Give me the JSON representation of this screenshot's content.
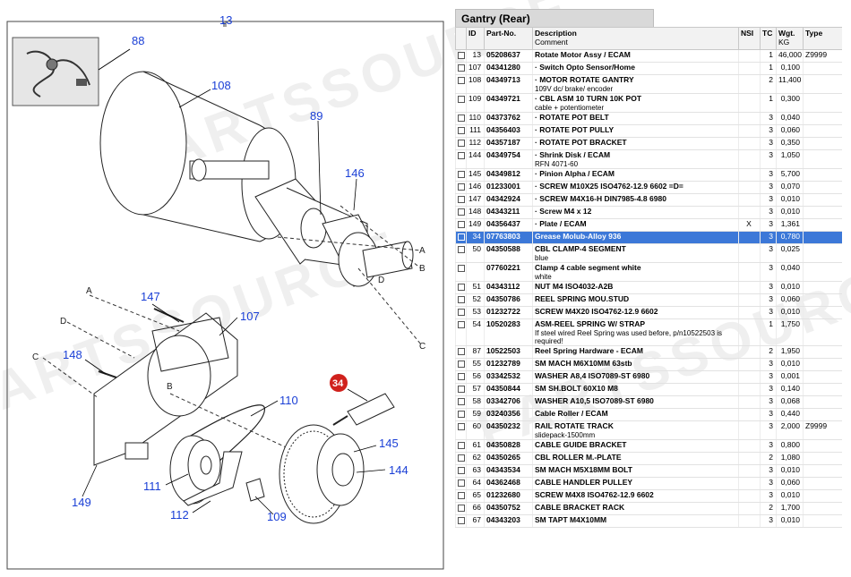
{
  "title": "Gantry (Rear)",
  "watermark": "PARTSSOURCE",
  "columns": {
    "id": "ID",
    "part": "Part-No.",
    "desc": "Description",
    "desc_sub": "Comment",
    "nsi": "NSI",
    "tc": "TC",
    "wgt": "Wgt.",
    "wgt_sub": "KG",
    "type": "Type"
  },
  "rows": [
    {
      "id": "13",
      "part": "05208637",
      "desc": "Rotate Motor Assy / ECAM",
      "comment": "",
      "nsi": "",
      "tc": "1",
      "wgt": "46,000",
      "type": "Z9999"
    },
    {
      "id": "107",
      "part": "04341280",
      "desc": "· Switch Opto Sensor/Home",
      "comment": "",
      "nsi": "",
      "tc": "1",
      "wgt": "0,100",
      "type": ""
    },
    {
      "id": "108",
      "part": "04349713",
      "desc": "· MOTOR ROTATE GANTRY",
      "comment": "109V dc/ brake/ encoder",
      "nsi": "",
      "tc": "2",
      "wgt": "11,400",
      "type": ""
    },
    {
      "id": "109",
      "part": "04349721",
      "desc": "· CBL ASM 10 TURN 10K POT",
      "comment": "cable + potentiometer",
      "nsi": "",
      "tc": "1",
      "wgt": "0,300",
      "type": ""
    },
    {
      "id": "110",
      "part": "04373762",
      "desc": "· ROTATE POT BELT",
      "comment": "",
      "nsi": "",
      "tc": "3",
      "wgt": "0,040",
      "type": ""
    },
    {
      "id": "111",
      "part": "04356403",
      "desc": "· ROTATE POT PULLY",
      "comment": "",
      "nsi": "",
      "tc": "3",
      "wgt": "0,060",
      "type": ""
    },
    {
      "id": "112",
      "part": "04357187",
      "desc": "· ROTATE POT BRACKET",
      "comment": "",
      "nsi": "",
      "tc": "3",
      "wgt": "0,350",
      "type": ""
    },
    {
      "id": "144",
      "part": "04349754",
      "desc": "· Shrink Disk / ECAM",
      "comment": "RFN 4071-60",
      "nsi": "",
      "tc": "3",
      "wgt": "1,050",
      "type": ""
    },
    {
      "id": "145",
      "part": "04349812",
      "desc": "· Pinion Alpha / ECAM",
      "comment": "",
      "nsi": "",
      "tc": "3",
      "wgt": "5,700",
      "type": ""
    },
    {
      "id": "146",
      "part": "01233001",
      "desc": "· SCREW M10X25 ISO4762-12.9 6602 =D=",
      "comment": "",
      "nsi": "",
      "tc": "3",
      "wgt": "0,070",
      "type": ""
    },
    {
      "id": "147",
      "part": "04342924",
      "desc": "· SCREW M4X16-H DIN7985-4.8 6980",
      "comment": "",
      "nsi": "",
      "tc": "3",
      "wgt": "0,010",
      "type": ""
    },
    {
      "id": "148",
      "part": "04343211",
      "desc": "· Screw M4 x 12",
      "comment": "",
      "nsi": "",
      "tc": "3",
      "wgt": "0,010",
      "type": ""
    },
    {
      "id": "149",
      "part": "04356437",
      "desc": "· Plate / ECAM",
      "comment": "",
      "nsi": "X",
      "tc": "3",
      "wgt": "1,361",
      "type": ""
    },
    {
      "id": "34",
      "part": "07763803",
      "desc": "Grease Molub-Alloy 936",
      "comment": "",
      "nsi": "",
      "tc": "3",
      "wgt": "0,780",
      "type": "",
      "selected": true
    },
    {
      "id": "50",
      "part": "04350588",
      "desc": "CBL CLAMP-4 SEGMENT",
      "comment": "blue",
      "nsi": "",
      "tc": "3",
      "wgt": "0,025",
      "type": ""
    },
    {
      "id": "",
      "part": "07760221",
      "desc": "Clamp 4 cable segment white",
      "comment": "white",
      "nsi": "",
      "tc": "3",
      "wgt": "0,040",
      "type": ""
    },
    {
      "id": "51",
      "part": "04343112",
      "desc": "NUT M4 ISO4032-A2B",
      "comment": "",
      "nsi": "",
      "tc": "3",
      "wgt": "0,010",
      "type": ""
    },
    {
      "id": "52",
      "part": "04350786",
      "desc": "REEL SPRING MOU.STUD",
      "comment": "",
      "nsi": "",
      "tc": "3",
      "wgt": "0,060",
      "type": ""
    },
    {
      "id": "53",
      "part": "01232722",
      "desc": "SCREW M4X20 ISO4762-12.9 6602",
      "comment": "",
      "nsi": "",
      "tc": "3",
      "wgt": "0,010",
      "type": ""
    },
    {
      "id": "54",
      "part": "10520283",
      "desc": "ASM-REEL SPRING W/ STRAP",
      "comment": "If steel wired Reel Spring was used before, p/n10522503 is required!",
      "nsi": "",
      "tc": "1",
      "wgt": "1,750",
      "type": ""
    },
    {
      "id": "87",
      "part": "10522503",
      "desc": "Reel Spring Hardware - ECAM",
      "comment": "",
      "nsi": "",
      "tc": "2",
      "wgt": "1,950",
      "type": ""
    },
    {
      "id": "55",
      "part": "01232789",
      "desc": "SM MACH M6X10MM 63stb",
      "comment": "",
      "nsi": "",
      "tc": "3",
      "wgt": "0,010",
      "type": ""
    },
    {
      "id": "56",
      "part": "03342532",
      "desc": "WASHER A8,4 ISO7089-ST 6980",
      "comment": "",
      "nsi": "",
      "tc": "3",
      "wgt": "0,001",
      "type": ""
    },
    {
      "id": "57",
      "part": "04350844",
      "desc": "SM SH.BOLT 60X10 M8",
      "comment": "",
      "nsi": "",
      "tc": "3",
      "wgt": "0,140",
      "type": ""
    },
    {
      "id": "58",
      "part": "03342706",
      "desc": "WASHER A10,5 ISO7089-ST 6980",
      "comment": "",
      "nsi": "",
      "tc": "3",
      "wgt": "0,068",
      "type": ""
    },
    {
      "id": "59",
      "part": "03240356",
      "desc": "Cable Roller / ECAM",
      "comment": "",
      "nsi": "",
      "tc": "3",
      "wgt": "0,440",
      "type": ""
    },
    {
      "id": "60",
      "part": "04350232",
      "desc": "RAIL ROTATE TRACK",
      "comment": "slidepack-1500mm",
      "nsi": "",
      "tc": "3",
      "wgt": "2,000",
      "type": "Z9999"
    },
    {
      "id": "61",
      "part": "04350828",
      "desc": "CABLE GUIDE BRACKET",
      "comment": "",
      "nsi": "",
      "tc": "3",
      "wgt": "0,800",
      "type": ""
    },
    {
      "id": "62",
      "part": "04350265",
      "desc": "CBL ROLLER M.-PLATE",
      "comment": "",
      "nsi": "",
      "tc": "2",
      "wgt": "1,080",
      "type": ""
    },
    {
      "id": "63",
      "part": "04343534",
      "desc": "SM MACH M5X18MM BOLT",
      "comment": "",
      "nsi": "",
      "tc": "3",
      "wgt": "0,010",
      "type": ""
    },
    {
      "id": "64",
      "part": "04362468",
      "desc": "CABLE HANDLER PULLEY",
      "comment": "",
      "nsi": "",
      "tc": "3",
      "wgt": "0,060",
      "type": ""
    },
    {
      "id": "65",
      "part": "01232680",
      "desc": "SCREW M4X8 ISO4762-12.9 6602",
      "comment": "",
      "nsi": "",
      "tc": "3",
      "wgt": "0,010",
      "type": ""
    },
    {
      "id": "66",
      "part": "04350752",
      "desc": "CABLE BRACKET RACK",
      "comment": "",
      "nsi": "",
      "tc": "2",
      "wgt": "1,700",
      "type": ""
    },
    {
      "id": "67",
      "part": "04343203",
      "desc": "SM TAPT M4X10MM",
      "comment": "",
      "nsi": "",
      "tc": "3",
      "wgt": "0,010",
      "type": ""
    }
  ],
  "diagram": {
    "callouts": [
      "13",
      "88",
      "108",
      "89",
      "146",
      "147",
      "107",
      "148",
      "110",
      "34",
      "145",
      "144",
      "111",
      "112",
      "109",
      "149"
    ],
    "letters": [
      "A",
      "C",
      "D",
      "B",
      "A",
      "D",
      "C",
      "B"
    ]
  }
}
